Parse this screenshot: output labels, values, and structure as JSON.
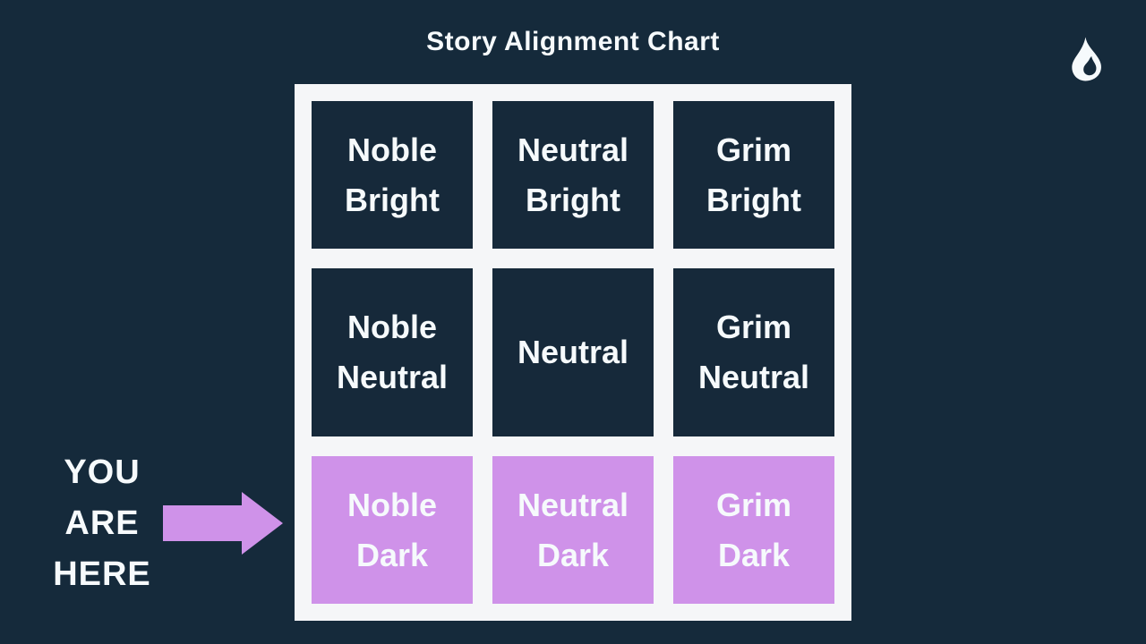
{
  "title": "Story Alignment Chart",
  "brand": {
    "icon": "flame-icon"
  },
  "colors": {
    "background": "#152a3b",
    "panel": "#f5f6f8",
    "cell": "#16293a",
    "highlight": "#cf92e9",
    "text": "#f6fafc"
  },
  "grid": {
    "columns": 3,
    "rows": 3,
    "cells": [
      {
        "label": "Noble Bright",
        "highlighted": false
      },
      {
        "label": "Neutral Bright",
        "highlighted": false
      },
      {
        "label": "Grim Bright",
        "highlighted": false
      },
      {
        "label": "Noble Neutral",
        "highlighted": false
      },
      {
        "label": "Neutral",
        "highlighted": false
      },
      {
        "label": "Grim Neutral",
        "highlighted": false
      },
      {
        "label": "Noble Dark",
        "highlighted": true
      },
      {
        "label": "Neutral Dark",
        "highlighted": true
      },
      {
        "label": "Grim Dark",
        "highlighted": true
      }
    ]
  },
  "marker": {
    "line1": "YOU",
    "line2": "ARE",
    "line3": "HERE",
    "arrow": "right-arrow-icon"
  }
}
